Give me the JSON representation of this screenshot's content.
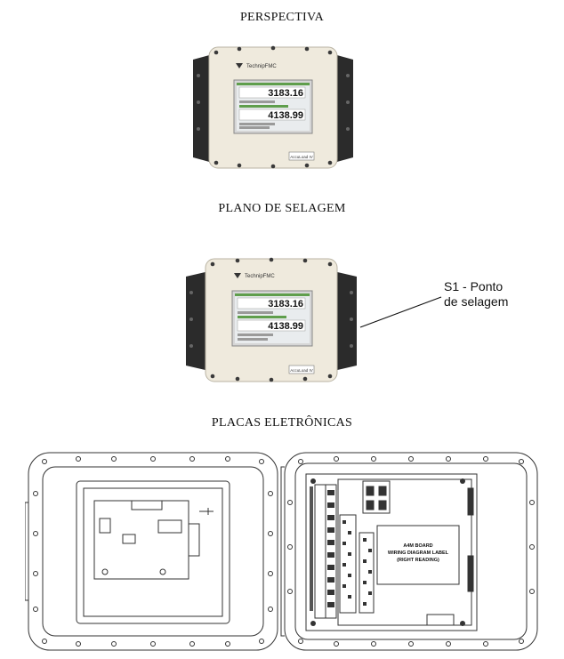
{
  "headings": {
    "perspective": "PERSPECTIVA",
    "sealing_plane": "PLANO DE SELAGEM",
    "boards": "PLACAS ELETRÔNICAS"
  },
  "device": {
    "brand": "TechnipFMC",
    "reading_1": "3183.16",
    "reading_2": "4138.99",
    "model_label": "AccuLoad IV"
  },
  "callout": {
    "line1": "S1 - Ponto",
    "line2": "de selagem"
  },
  "board_label": {
    "line1": "A4M BOARD",
    "line2": "WIRING DIAGRAM LABEL",
    "line3": "(RIGHT READING)"
  },
  "colors": {
    "housing": "#efeadd",
    "side_panel": "#2b2b2b",
    "lcd_bg": "#e9ecee",
    "lcd_green": "#5f9e4c"
  }
}
